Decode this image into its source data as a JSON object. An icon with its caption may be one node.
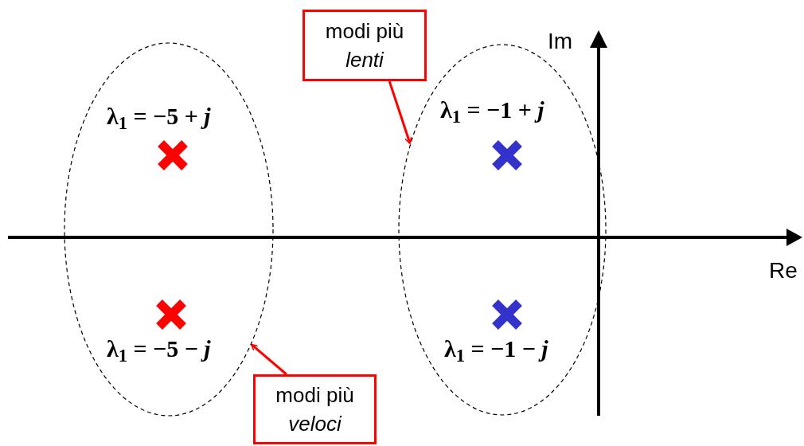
{
  "diagram": {
    "nodes": [
      {
        "text": [],
        "shape": "ellipse"
      },
      {
        "text": [],
        "shape": "ellipse"
      },
      {
        "text": [
          "modi più *lenti*"
        ]
      },
      {
        "text": [
          "modi più *veloci*"
        ]
      }
    ],
    "edges": [
      {
        "from": 2,
        "to": 1,
        "arrow": "to"
      },
      {
        "from": 3,
        "to": 0,
        "arrow": "to"
      }
    ],
    "labels": [
      "Im",
      "λ$_{1}$ = −5 + *j*",
      "λ$_{1}$ = −1 + *j*",
      "Re",
      "λ$_{1}$ = −5 − *j*",
      "λ$_{1}$ = −1 − *j*"
    ]
  }
}
